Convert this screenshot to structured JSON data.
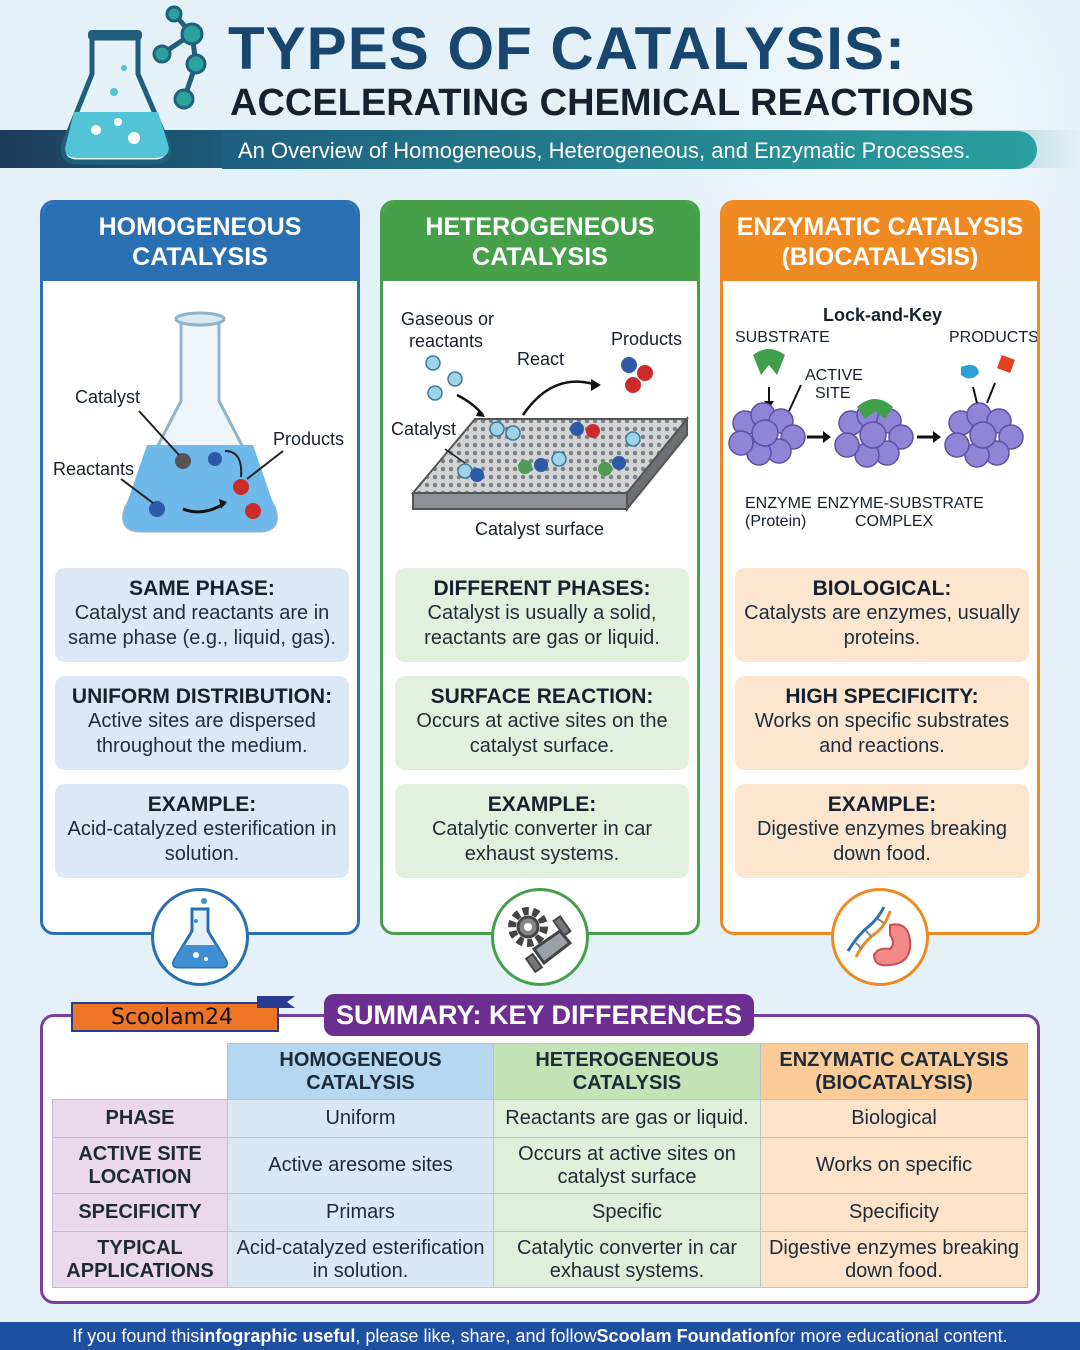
{
  "header": {
    "title_line1": "TYPES OF CATALYSIS:",
    "title_line2": "ACCELERATING CHEMICAL REACTIONS",
    "subtitle": "An Overview of Homogeneous, Heterogeneous, and Enzymatic Processes."
  },
  "columns": [
    {
      "heading": "HOMOGENEOUS\nCATALYSIS",
      "labels": {
        "catalyst": "Catalyst",
        "reactants": "Reactants",
        "products": "Products"
      },
      "boxes": [
        {
          "title": "SAME PHASE:",
          "body": "Catalyst and reactants are in same phase (e.g., liquid, gas)."
        },
        {
          "title": "UNIFORM DISTRIBUTION:",
          "body": "Active sites are dispersed throughout the medium."
        },
        {
          "title": "EXAMPLE:",
          "body": "Acid-catalyzed esterification in solution."
        }
      ],
      "medal_icon": "flask-icon"
    },
    {
      "heading": "HETEROGENEOUS\nCATALYSIS",
      "labels": {
        "gaseous": "Gaseous or",
        "reactants": "reactants",
        "react": "React",
        "products": "Products",
        "catalyst": "Catalyst",
        "surface": "Catalyst surface"
      },
      "boxes": [
        {
          "title": "DIFFERENT PHASES:",
          "body": "Catalyst is usually a solid, reactants are gas or liquid."
        },
        {
          "title": "SURFACE REACTION:",
          "body": "Occurs at active sites on the catalyst surface."
        },
        {
          "title": "EXAMPLE:",
          "body": "Catalytic converter in car exhaust systems."
        }
      ],
      "medal_icon": "gear-converter-icon"
    },
    {
      "heading": "ENZYMATIC CATALYSIS\n(BIOCATALYSIS)",
      "labels": {
        "lock_key": "Lock-and-Key",
        "substrate": "SUBSTRATE",
        "active": "ACTIVE",
        "site": "SITE",
        "products": "PRODUCTS",
        "enzyme": "ENZYME",
        "protein": "(Protein)",
        "es1": "ENZYME-SUBSTRATE",
        "es2": "COMPLEX"
      },
      "boxes": [
        {
          "title": "BIOLOGICAL:",
          "body": "Catalysts are enzymes, usually proteins."
        },
        {
          "title": "HIGH SPECIFICITY:",
          "body": "Works on specific substrates and reactions."
        },
        {
          "title": "EXAMPLE:",
          "body": "Digestive enzymes breaking down food."
        }
      ],
      "medal_icon": "dna-stomach-icon"
    }
  ],
  "summary": {
    "brand": "Scoolam24",
    "title": "SUMMARY: KEY DIFFERENCES",
    "headers": [
      "HOMOGENEOUS CATALYSIS",
      "HETEROGENEOUS CATALYSIS",
      "ENZYMATIC CATALYSIS (BIOCATALYSIS)"
    ],
    "rows": [
      {
        "label": "PHASE",
        "cells": [
          "Uniform",
          "Reactants are gas or liquid.",
          "Biological"
        ]
      },
      {
        "label": "ACTIVE SITE LOCATION",
        "cells": [
          "Active aresome sites",
          "Occurs at active sites on catalyst surface",
          "Works on specific"
        ]
      },
      {
        "label": "SPECIFICITY",
        "cells": [
          "Primars",
          "Specific",
          "Specificity"
        ]
      },
      {
        "label": "TYPICAL APPLICATIONS",
        "cells": [
          "Acid-catalyzed esterification in solution.",
          "Catalytic converter in car exhaust systems.",
          "Digestive enzymes breaking down food."
        ]
      }
    ]
  },
  "footer": {
    "pre": "If you found this ",
    "bold1": "infographic useful",
    "mid": ", please like, share, and follow ",
    "bold2": "Scoolam Foundation",
    "post": " for more educational content."
  },
  "colors": {
    "blue": "#2b6fb3",
    "green": "#46a04a",
    "orange": "#ef8a22",
    "purple": "#6c2f91",
    "navy": "#18466e"
  }
}
